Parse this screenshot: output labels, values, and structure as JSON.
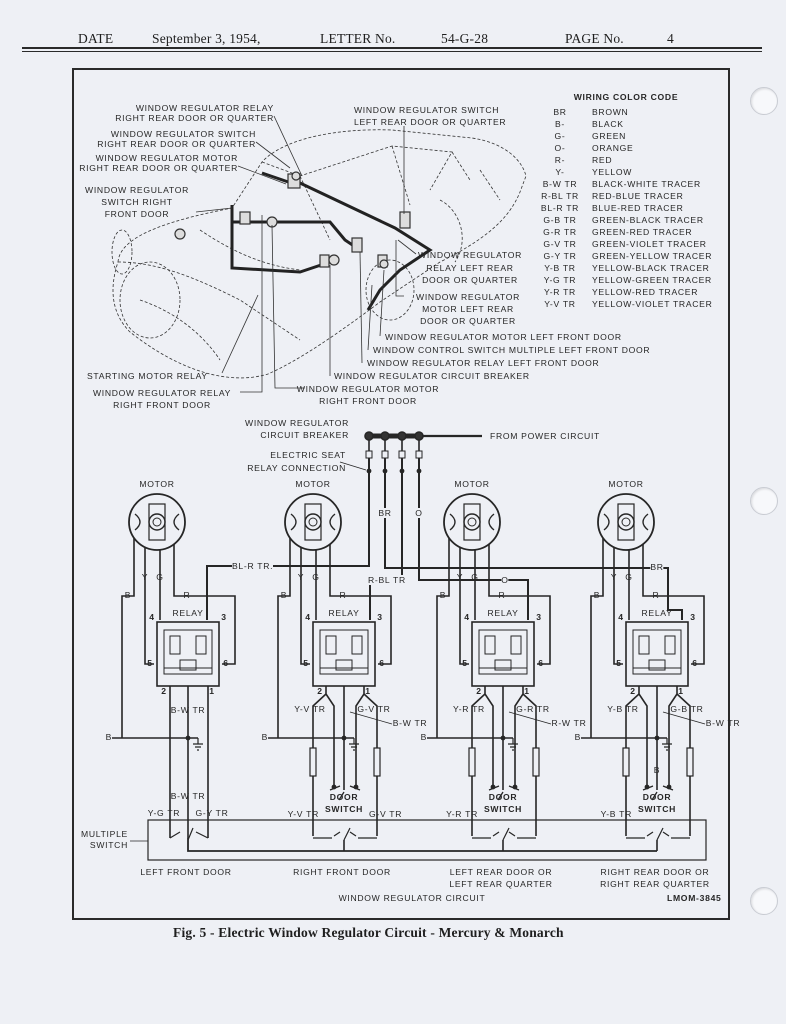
{
  "header": {
    "date_label": "DATE",
    "date": "September 3, 1954,",
    "letter_label": "LETTER No.",
    "letter_no": "54-G-28",
    "page_label": "PAGE No.",
    "page_no": "4"
  },
  "car_view": {
    "relay_rr": [
      "WINDOW REGULATOR RELAY",
      "RIGHT REAR DOOR OR QUARTER"
    ],
    "switch_rr": [
      "WINDOW REGULATOR  SWITCH",
      "RIGHT REAR DOOR OR QUARTER"
    ],
    "motor_rr": [
      "WINDOW REGULATOR MOTOR",
      "RIGHT REAR DOOR OR QUARTER"
    ],
    "switch_rf": [
      "WINDOW REGULATOR",
      "SWITCH  RIGHT",
      "FRONT DOOR"
    ],
    "switch_lr": [
      "WINDOW REGULATOR SWITCH",
      "LEFT REAR DOOR OR QUARTER"
    ],
    "relay_lr": [
      "WINDOW REGULATOR",
      "RELAY LEFT REAR",
      "DOOR OR QUARTER"
    ],
    "motor_lr": [
      "WINDOW REGULATOR",
      "MOTOR  LEFT REAR",
      "DOOR OR QUARTER"
    ],
    "motor_lf": "WINDOW REGULATOR MOTOR LEFT FRONT DOOR",
    "control_switch": "WINDOW CONTROL SWITCH  MULTIPLE LEFT FRONT DOOR",
    "relay_lf": "WINDOW REGULATOR RELAY  LEFT FRONT DOOR",
    "breaker": "WINDOW REGULATOR CIRCUIT BREAKER",
    "motor_rf": [
      "WINDOW REGULATOR MOTOR",
      "RIGHT FRONT DOOR"
    ],
    "starting_relay": "STARTING MOTOR RELAY",
    "relay_rf": [
      "WINDOW REGULATOR RELAY",
      "RIGHT FRONT DOOR"
    ]
  },
  "color_code": {
    "title": "WIRING COLOR CODE",
    "rows": [
      [
        "BR",
        "BROWN"
      ],
      [
        "B-",
        "BLACK"
      ],
      [
        "G-",
        "GREEN"
      ],
      [
        "O-",
        "ORANGE"
      ],
      [
        "R-",
        "RED"
      ],
      [
        "Y-",
        "YELLOW"
      ],
      [
        "B-W TR",
        "BLACK-WHITE TRACER"
      ],
      [
        "R-BL TR",
        "RED-BLUE TRACER"
      ],
      [
        "BL-R TR",
        "BLUE-RED TRACER"
      ],
      [
        "G-B TR",
        "GREEN-BLACK TRACER"
      ],
      [
        "G-R TR",
        "GREEN-RED TRACER"
      ],
      [
        "G-V TR",
        "GREEN-VIOLET TRACER"
      ],
      [
        "G-Y TR",
        "GREEN-YELLOW TRACER"
      ],
      [
        "Y-B TR",
        "YELLOW-BLACK TRACER"
      ],
      [
        "Y-G TR",
        "YELLOW-GREEN TRACER"
      ],
      [
        "Y-R TR",
        "YELLOW-RED TRACER"
      ],
      [
        "Y-V TR",
        "YELLOW-VIOLET TRACER"
      ]
    ]
  },
  "circuit": {
    "breaker_label": [
      "WINDOW REGULATOR",
      "CIRCUIT BREAKER"
    ],
    "power_label": "FROM POWER CIRCUIT",
    "seat_relay_label": [
      "ELECTRIC SEAT",
      "RELAY CONNECTION"
    ],
    "feed_labels": {
      "br_top": "BR",
      "o_top": "O",
      "blr": "BL-R TR.",
      "rbl": "R-BL TR",
      "o_mid": "O",
      "br_right": "BR"
    },
    "terminals": [
      "4",
      "3",
      "5",
      "6",
      "2",
      "1"
    ],
    "units": [
      {
        "motor": "MOTOR",
        "relay": "RELAY",
        "y": "Y",
        "g": "G",
        "b": "B",
        "r": "R",
        "up_left": "",
        "up_mid": "B-W TR",
        "up_right": "",
        "arrow": "",
        "ground": "B",
        "switch": [],
        "switch_b": "",
        "low_mid": "B-W TR",
        "low_left": "Y-G TR",
        "low_right": "G-Y TR",
        "location": [
          "LEFT FRONT DOOR"
        ]
      },
      {
        "motor": "MOTOR",
        "relay": "RELAY",
        "y": "Y",
        "g": "G",
        "b": "B",
        "r": "R",
        "up_left": "Y-V TR",
        "up_mid": "",
        "up_right": "G-V TR",
        "arrow": "B-W TR",
        "ground": "B",
        "switch": [
          "DOOR",
          "SWITCH"
        ],
        "switch_b": "",
        "low_mid": "",
        "low_left": "Y-V TR",
        "low_right": "G-V TR",
        "location": [
          "RIGHT FRONT DOOR"
        ]
      },
      {
        "motor": "MOTOR",
        "relay": "RELAY",
        "y": "Y",
        "g": "G",
        "b": "B",
        "r": "R",
        "up_left": "Y-R TR",
        "up_mid": "",
        "up_right": "G-R TR",
        "arrow": "R-W TR",
        "ground": "B",
        "switch": [
          "DOOR",
          "SWITCH"
        ],
        "switch_b": "",
        "low_mid": "",
        "low_left": "Y-R TR",
        "low_right": "",
        "location": [
          "LEFT REAR DOOR OR",
          "LEFT REAR QUARTER"
        ]
      },
      {
        "motor": "MOTOR",
        "relay": "RELAY",
        "y": "Y",
        "g": "G",
        "b": "B",
        "r": "R",
        "up_left": "Y-B TR",
        "up_mid": "",
        "up_right": "G-B TR",
        "arrow": "B-W TR",
        "ground": "B",
        "switch": [
          "DOOR",
          "SWITCH"
        ],
        "switch_b": "B",
        "low_mid": "",
        "low_left": "Y-B TR",
        "low_right": "",
        "location": [
          "RIGHT REAR DOOR OR",
          "RIGHT REAR QUARTER"
        ]
      }
    ],
    "multiple_switch": [
      "MULTIPLE",
      "SWITCH"
    ],
    "circuit_title": "WINDOW REGULATOR CIRCUIT",
    "drawing_no": "LMOM-3845"
  },
  "caption": "Fig. 5 - Electric Window Regulator Circuit - Mercury & Monarch"
}
